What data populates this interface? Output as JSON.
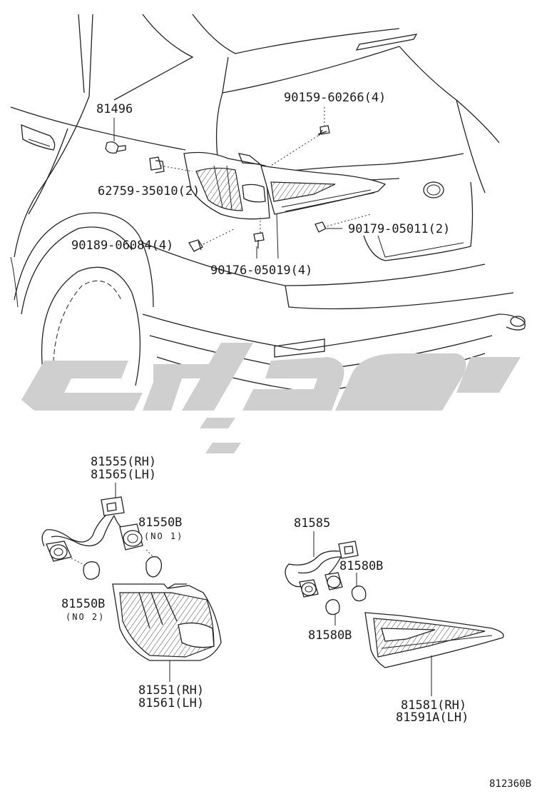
{
  "labels": {
    "p81496": "81496",
    "p90159": "90159-60266(4)",
    "p62759": "62759-35010(2)",
    "p90179": "90179-05011(2)",
    "p90189": "90189-06084(4)",
    "p90176": "90176-05019(4)",
    "p81555": "81555(RH)",
    "p81565": "81565(LH)",
    "p81550b_1": "81550B",
    "no1": "(NO 1)",
    "p81550b_2": "81550B",
    "no2": "(NO 2)",
    "p81551": "81551(RH)",
    "p81561": "81561(LH)",
    "p81585": "81585",
    "p81580b_1": "81580B",
    "p81580b_2": "81580B",
    "p81581": "81581(RH)",
    "p81591a": "81591A(LH)"
  },
  "diagram_code": "812360B",
  "colors": {
    "line": "#222222",
    "watermark": "#cfcfcf",
    "background": "#ffffff"
  }
}
